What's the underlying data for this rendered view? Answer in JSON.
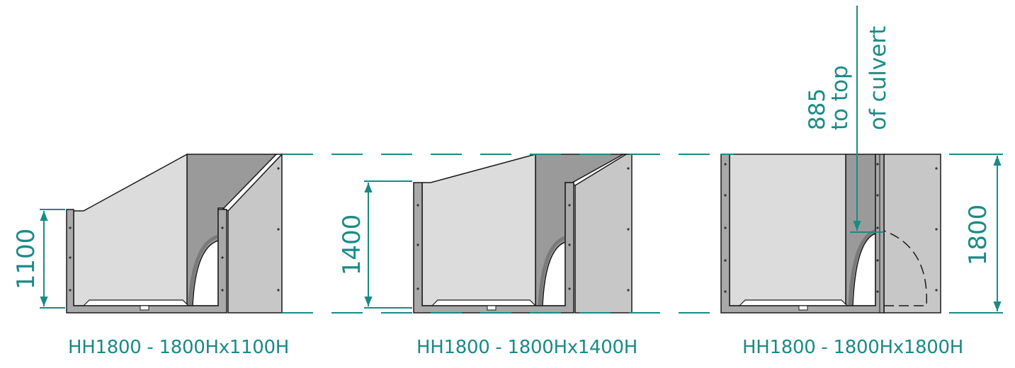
{
  "colors": {
    "accent": "#1a8a86",
    "panel_light": "#dcdcdc",
    "panel_mid": "#c7c7c7",
    "panel_dark": "#9a9a9a",
    "wall": "#a9a9a9",
    "outline": "#1a1a1a"
  },
  "drawings": [
    {
      "caption": "HH1800 - 1800Hx1100H",
      "dimension": "1100"
    },
    {
      "caption": "HH1800 - 1800Hx1400H",
      "dimension": "1400"
    },
    {
      "caption": "HH1800 - 1800Hx1800H",
      "dimension": "1800"
    }
  ],
  "culvert_note": {
    "line1": "885",
    "line2": "to top",
    "line3": "of culvert"
  }
}
